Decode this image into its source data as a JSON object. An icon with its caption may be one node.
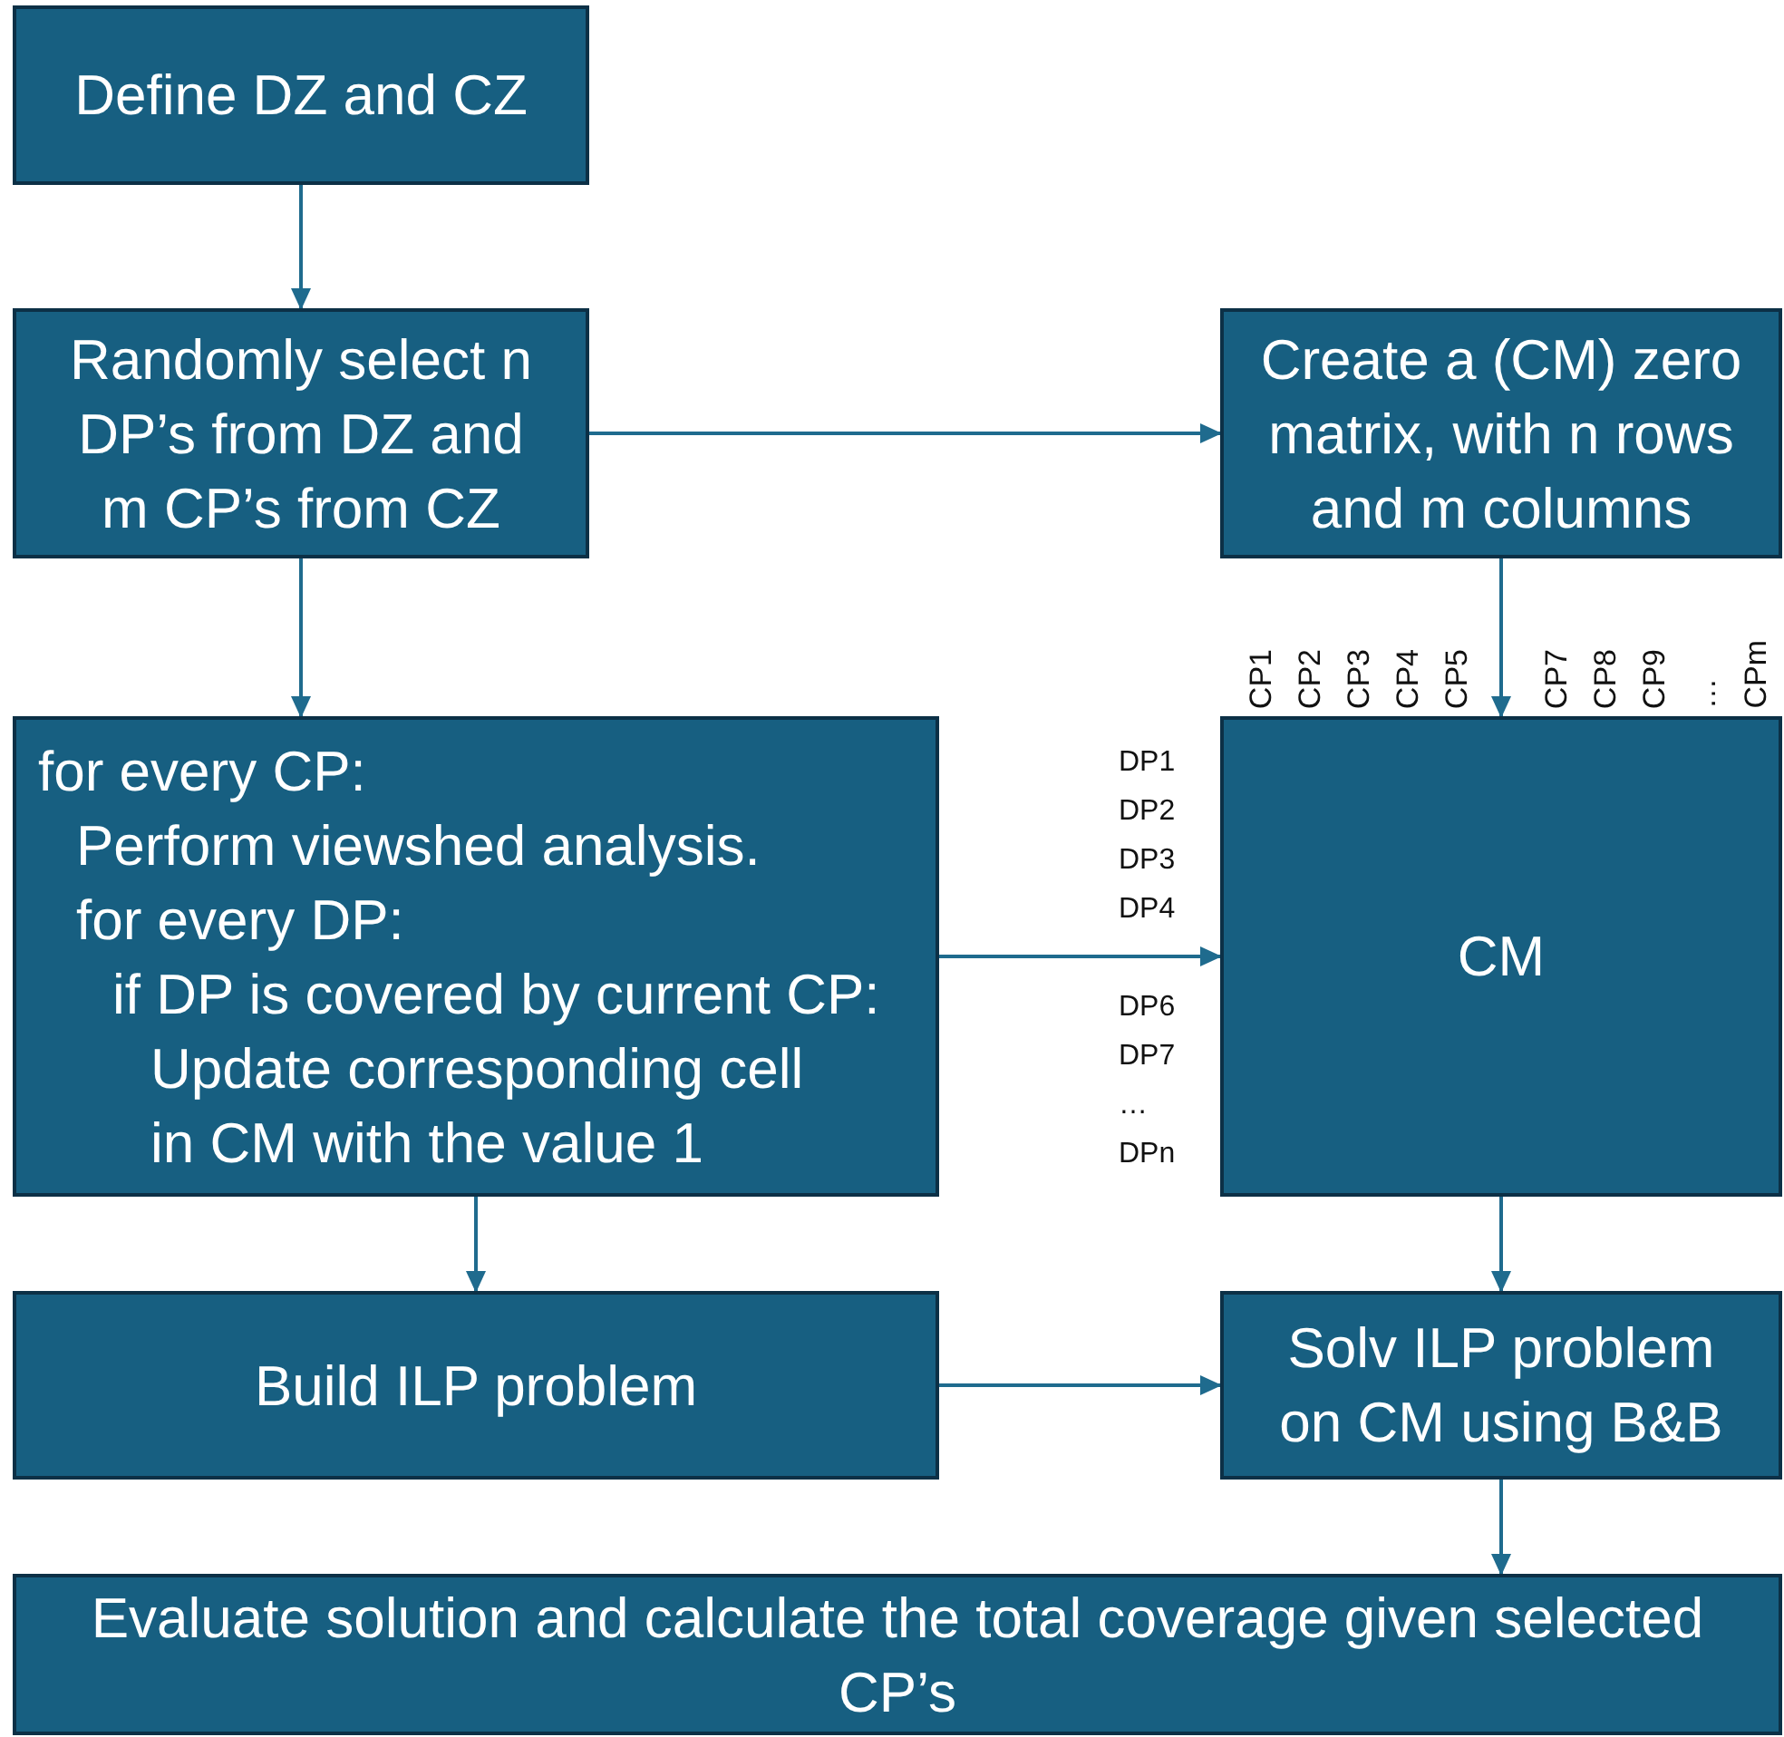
{
  "diagram": {
    "nodes": [
      {
        "text": [
          "Define DZ and CZ"
        ]
      },
      {
        "text": [
          "Randomly select n DP’s from DZ and m CP’s from CZ"
        ]
      },
      {
        "text": [
          "Create a (CM) zero matrix, with n rows and m columns"
        ]
      },
      {
        "text": [
          "for every CP:",
          "Perform viewshed analysis.",
          "for every DP:",
          "if DP is covered by current CP:",
          "Update corresponding cell in CM with the value 1"
        ]
      },
      {
        "text": [
          "CM"
        ],
        "beside": [
          "CP1",
          "CP2",
          "CP3",
          "CP4",
          "CP5",
          "CP7",
          "CP8",
          "CP9",
          "…",
          "CPm",
          "DP1",
          "DP2",
          "DP3",
          "DP4",
          "DP6",
          "DP7",
          "…",
          "DPn"
        ]
      },
      {
        "text": [
          "Build ILP problem"
        ]
      },
      {
        "text": [
          "Solv ILP problem on CM using B&B"
        ]
      },
      {
        "text": [
          "Evaluate solution and calculate the total coverage given selected CP’s"
        ]
      }
    ],
    "edges": [
      {
        "from": 0,
        "to": 1,
        "arrow": "to"
      },
      {
        "from": 1,
        "to": 2,
        "arrow": "to"
      },
      {
        "from": 1,
        "to": 3,
        "arrow": "to"
      },
      {
        "from": 2,
        "to": 4,
        "arrow": "to"
      },
      {
        "from": 3,
        "to": 4,
        "arrow": "to"
      },
      {
        "from": 3,
        "to": 5,
        "arrow": "to"
      },
      {
        "from": 4,
        "to": 6,
        "arrow": "to"
      },
      {
        "from": 5,
        "to": 6,
        "arrow": "to"
      },
      {
        "from": 6,
        "to": 7,
        "arrow": "to"
      }
    ]
  }
}
